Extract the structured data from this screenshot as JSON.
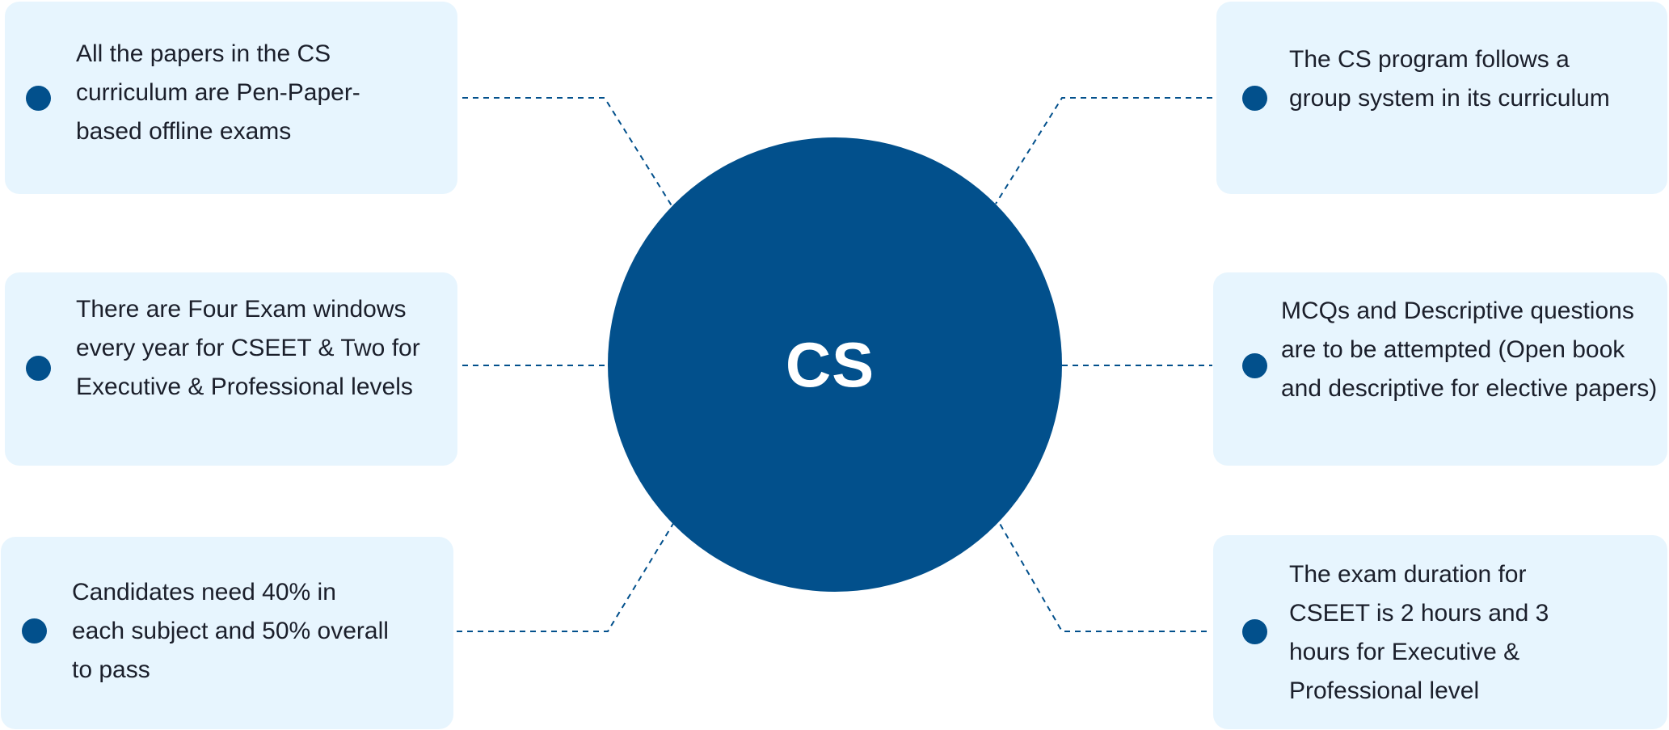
{
  "center": {
    "label": "CS"
  },
  "colors": {
    "hub": "#02508c",
    "card_background": "#e7f5fe",
    "bullet": "#02508c",
    "connector": "#02508c",
    "text": "#1b1f2b"
  },
  "cards": [
    {
      "id": "left-top",
      "text": "All the papers in the CS curriculum are Pen-Paper-based offline exams"
    },
    {
      "id": "left-middle",
      "text": "There are Four Exam windows every year for CSEET & Two for Executive & Professional levels"
    },
    {
      "id": "left-bottom",
      "text": "Candidates need 40% in each subject and 50% overall to pass"
    },
    {
      "id": "right-top",
      "text": "The CS program follows a group system in its curriculum"
    },
    {
      "id": "right-middle",
      "text": "MCQs and Descriptive questions are to be attempted (Open book and descriptive for elective papers)"
    },
    {
      "id": "right-bottom",
      "text": "The exam duration for CSEET is 2 hours and 3 hours for Executive & Professional level"
    }
  ]
}
